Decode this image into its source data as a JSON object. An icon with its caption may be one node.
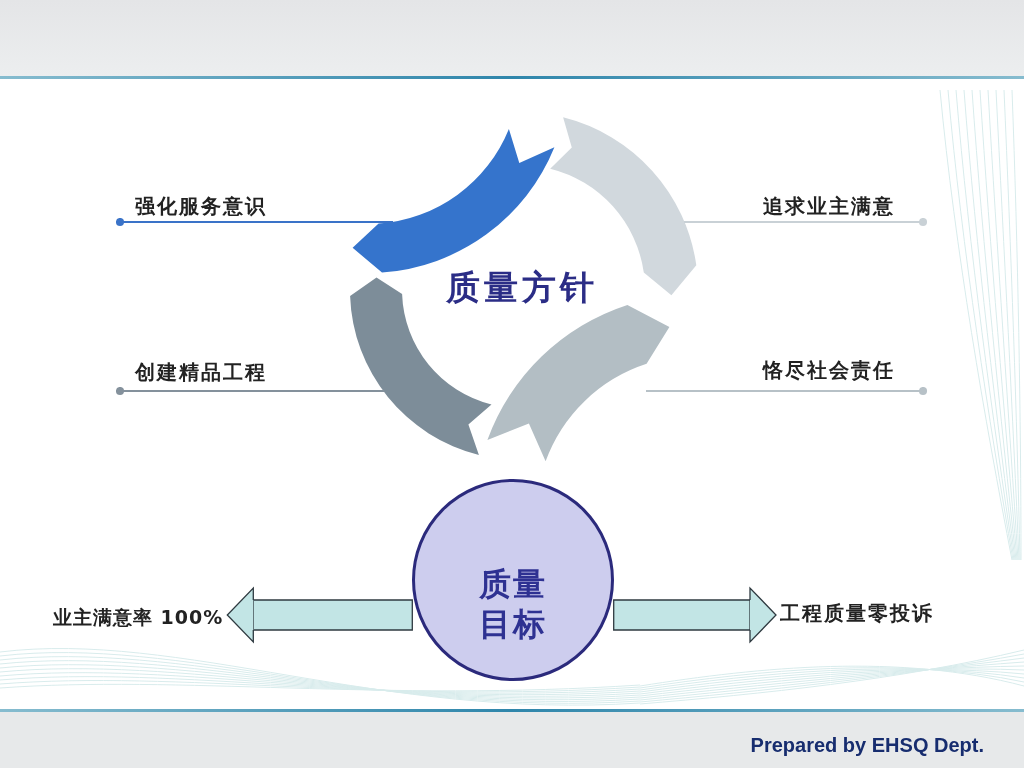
{
  "diagram": {
    "nodes": [
      {
        "text": [
          "强化服务意识"
        ]
      },
      {
        "text": [
          "追求业主满意"
        ]
      },
      {
        "text": [
          "创建精品工程"
        ]
      },
      {
        "text": [
          "恪尽社会责任"
        ]
      },
      {
        "text": [],
        "shape": "arrow"
      },
      {
        "text": [],
        "shape": "arrow"
      },
      {
        "text": [],
        "shape": "arrow"
      },
      {
        "text": [],
        "shape": "arrow"
      },
      {
        "text": [
          "质量目标"
        ]
      },
      {
        "text": [
          "业主满意率 100%"
        ]
      },
      {
        "text": [
          "工程质量零投诉"
        ]
      }
    ],
    "edges": [
      {
        "from": 0,
        "to": 4,
        "arrow": "other",
        "color": "#3a73c8"
      },
      {
        "from": 1,
        "to": 5,
        "arrow": "other",
        "color": "#c9d1d6"
      },
      {
        "from": 2,
        "to": 6,
        "arrow": "other",
        "color": "#84919c"
      },
      {
        "from": 3,
        "to": 7,
        "arrow": "other",
        "color": "#b7c1c7"
      },
      {
        "from": 8,
        "to": 9,
        "arrow": "to"
      },
      {
        "from": 8,
        "to": 10,
        "arrow": "to"
      }
    ],
    "labels": [
      "质量方针",
      "Prepared by EHSQ Dept."
    ]
  }
}
